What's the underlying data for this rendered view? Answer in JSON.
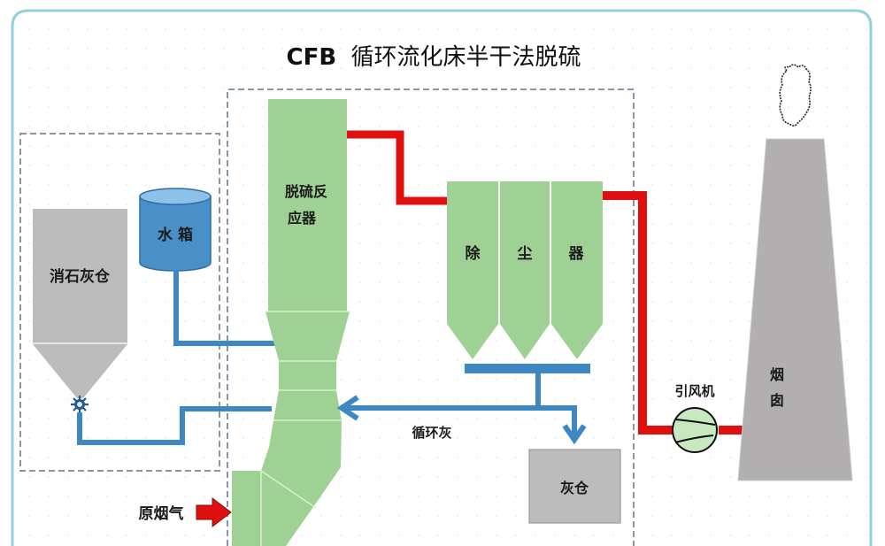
{
  "title": {
    "prefix": "CFB",
    "text": "循环流化床半干法脱硫"
  },
  "components": {
    "lime_silo": "消石灰仓",
    "water_tank": "水 箱",
    "reactor_line1": "脱硫反",
    "reactor_line2": "应器",
    "dust_collector": [
      "除",
      "尘",
      "器"
    ],
    "ash_silo": "灰仓",
    "fan": "引风机",
    "chimney": [
      "烟",
      "囱"
    ],
    "raw_flue_gas": "原烟气",
    "recycled_ash": "循环灰"
  },
  "colors": {
    "frame": "#8fd0dc",
    "dashed_box": "#8a96a3",
    "green_fill": "#9fd195",
    "green_seam": "#d6efcf",
    "gray_fill": "#bdbcbd",
    "chimney_fill": "#b2afb0",
    "water_blue": "#4a90c8",
    "water_top": "#8cc2e8",
    "pipe_blue": "#3d87c3",
    "flue_red": "#e01010",
    "fan_fill": "#c8e8c0"
  }
}
